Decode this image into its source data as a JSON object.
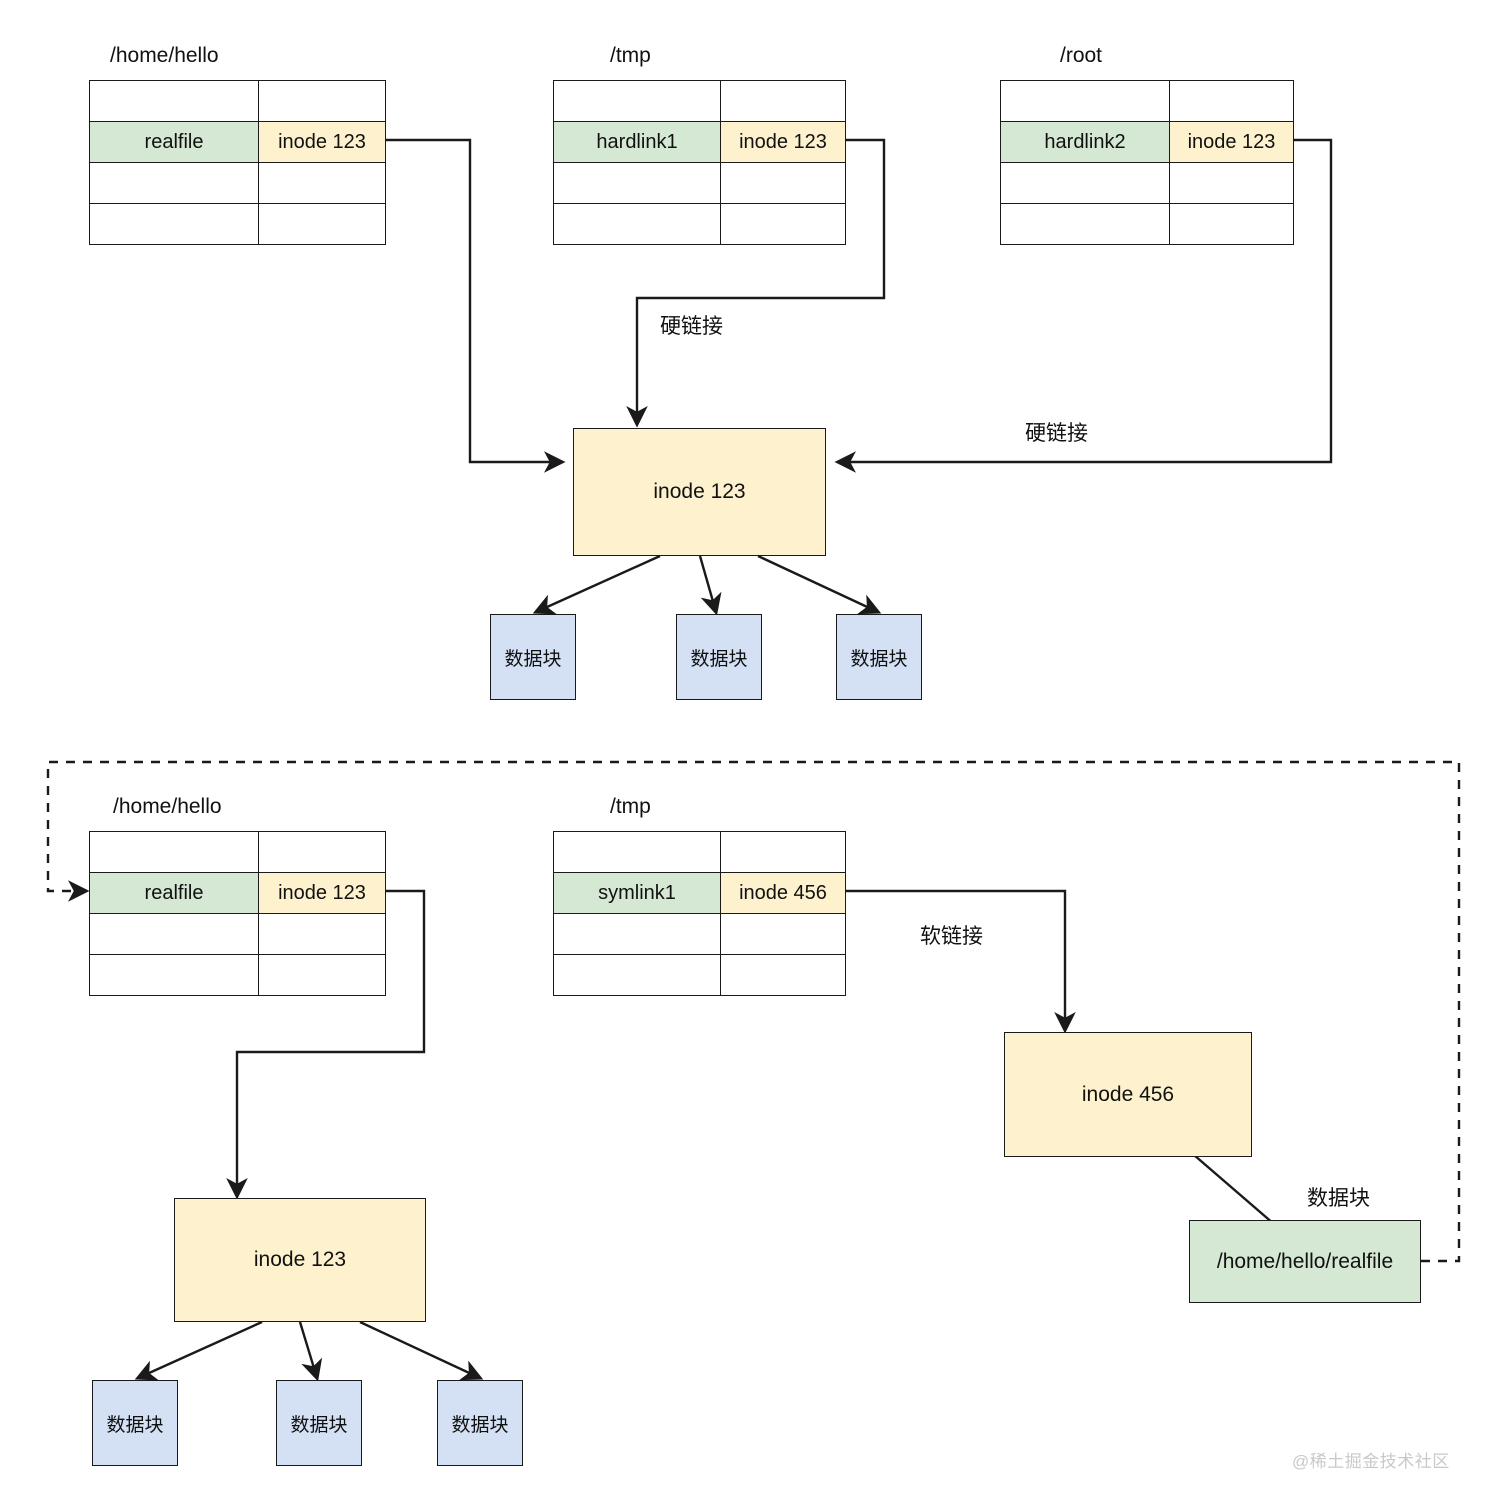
{
  "diagram": {
    "title_watermark": "@稀土掘金技术社区",
    "labels": {
      "hardlink": "硬链接",
      "softlink": "软链接",
      "datablock": "数据块"
    },
    "top_section": {
      "tables": [
        {
          "title": "/home/hello",
          "name": "realfile",
          "inode": "inode 123"
        },
        {
          "title": "/tmp",
          "name": "hardlink1",
          "inode": "inode 123"
        },
        {
          "title": "/root",
          "name": "hardlink2",
          "inode": "inode 123"
        }
      ],
      "inode_box": "inode 123",
      "edge_labels": [
        "硬链接",
        "硬链接"
      ],
      "data_blocks": [
        "数据块",
        "数据块",
        "数据块"
      ]
    },
    "bottom_section": {
      "tables": [
        {
          "title": "/home/hello",
          "name": "realfile",
          "inode": "inode 123"
        },
        {
          "title": "/tmp",
          "name": "symlink1",
          "inode": "inode 456"
        }
      ],
      "inode_box_left": "inode 123",
      "inode_box_right": "inode 456",
      "edge_label_soft": "软链接",
      "edge_label_datablock": "数据块",
      "target_path_box": "/home/hello/realfile",
      "data_blocks": [
        "数据块",
        "数据块",
        "数据块"
      ]
    }
  },
  "colors": {
    "green_fill": "#d5e8d4",
    "yellow_fill": "#fdf2cd",
    "blue_fill": "#d4e1f5",
    "stroke": "#1a1a1a"
  }
}
